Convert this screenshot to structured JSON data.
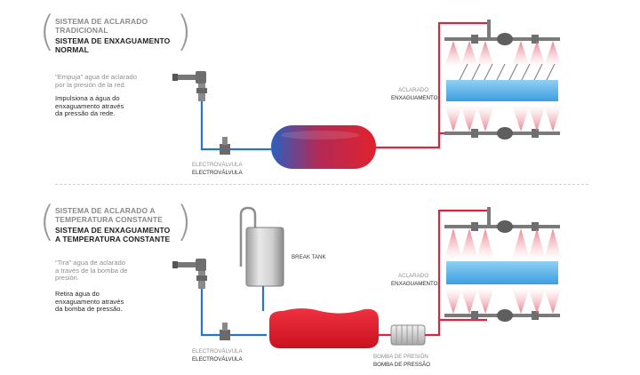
{
  "top": {
    "title_es": "SISTEMA DE ACLARADO\nTRADICIONAL",
    "title_pt": "SISTEMA DE ENXAGUAMENTO\nNORMAL",
    "desc_es": "\"Empuja\" agua de aclarado\npor la presión de la red.",
    "desc_pt": "Impulsiona a água do\nenxaguamento através\nda pressão da rede.",
    "valve_es": "ELECTROVÁLVULA",
    "valve_pt": "ELECTROVÁLVULA",
    "rinse_es": "ACLARADO",
    "rinse_pt": "ENXAGUAMENTO"
  },
  "bottom": {
    "title_es": "SISTEMA DE ACLARADO A\nTEMPERATURA CONSTANTE",
    "title_pt": "SISTEMA DE ENXAGUAMENTO\nA TEMPERATURA CONSTANTE",
    "desc_es": "\"Tira\" agua de aclarado\na través de la bomba de\npresión.",
    "desc_pt": "Retira água do\nenxaguamento através\nda bomba de pressão.",
    "valve_es": "ELECTROVÁLVULA",
    "valve_pt": "ELECTROVÁLVULA",
    "break_tank": "BREAK TANK",
    "rinse_es": "ACLARADO",
    "rinse_pt": "ENXAGUAMENTO",
    "pump_es": "BOMBA DE PRESIÓN",
    "pump_pt": "BOMBA DE PRESSÃO"
  },
  "colors": {
    "hot": "#d7263d",
    "cold": "#2b73c9",
    "pipe_grey": "#8e8e8e",
    "water": "#5fb4e6"
  }
}
